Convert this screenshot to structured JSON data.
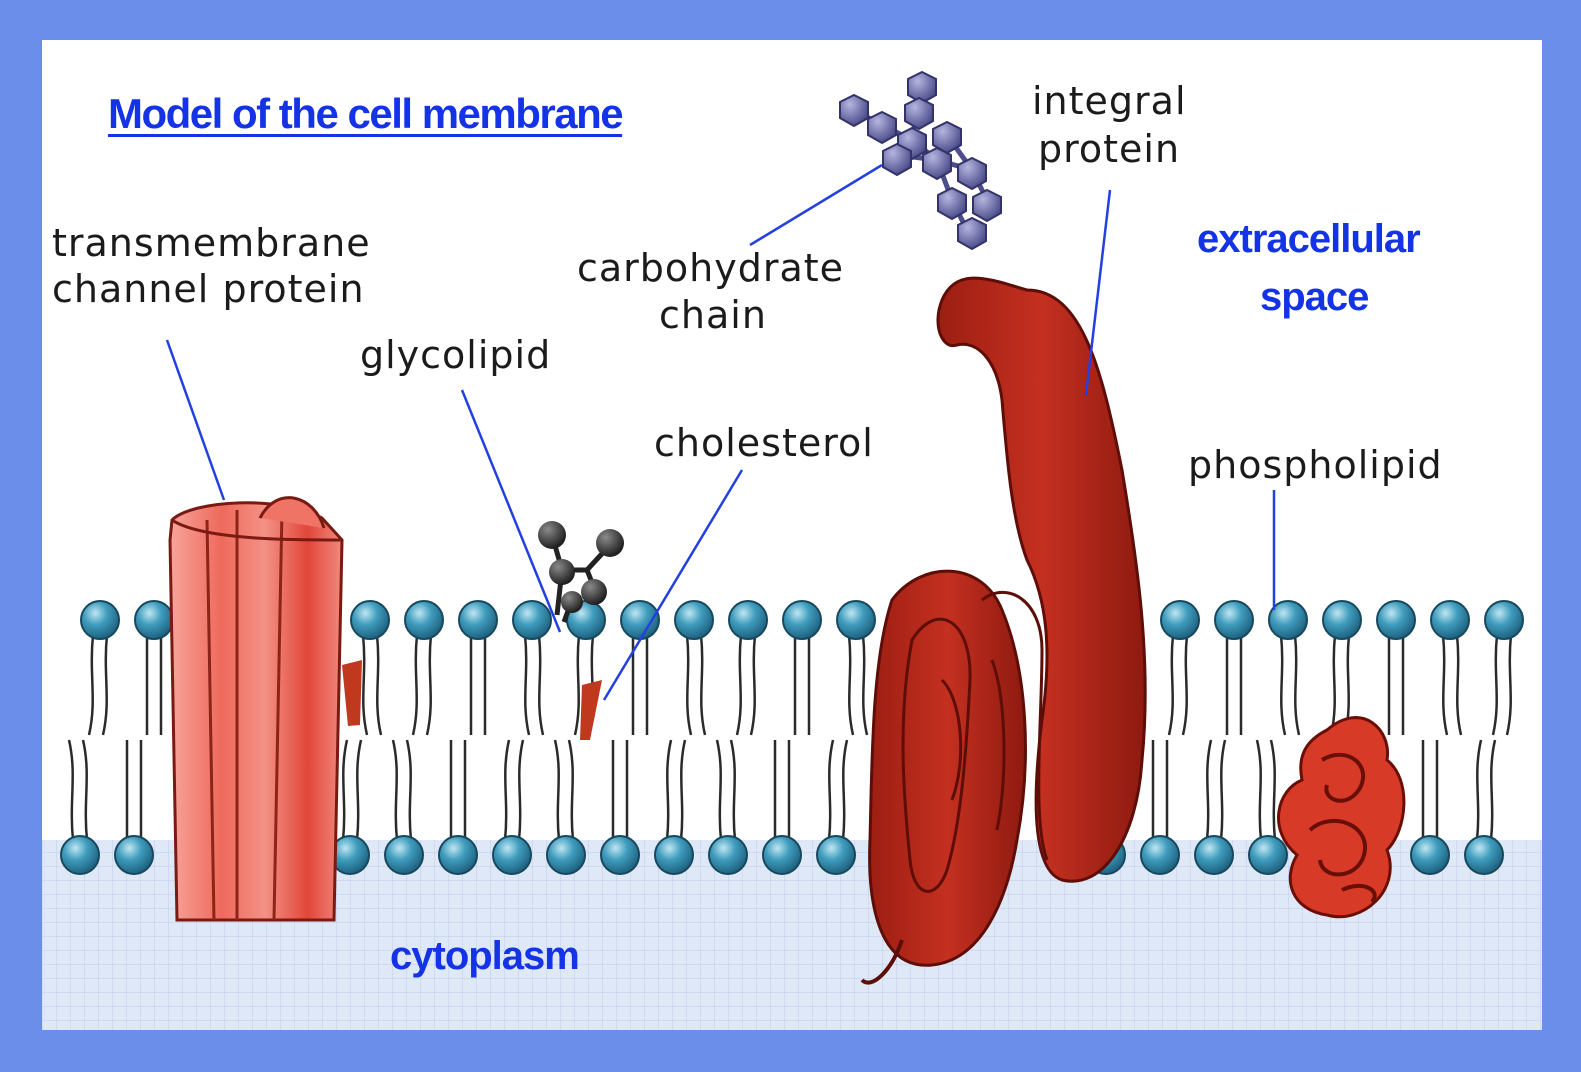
{
  "title": "Model of the cell membrane",
  "labels": {
    "transmembrane_line1": "transmembrane",
    "transmembrane_line2": "channel protein",
    "glycolipid": "glycolipid",
    "carbohydrate_line1": "carbohydrate",
    "carbohydrate_line2": "chain",
    "cholesterol": "cholesterol",
    "integral_line1": "integral",
    "integral_line2": "protein",
    "phospholipid": "phospholipid",
    "extracellular_line1": "extracellular",
    "extracellular_line2": "space",
    "cytoplasm": "cytoplasm"
  },
  "colors": {
    "frame": "#6a8eea",
    "panel": "#ffffff",
    "label_blue": "#1432e6",
    "phospholipid_head": "#3b96b8",
    "channel_protein": "#e8554a",
    "integral_protein": "#b82818",
    "cytoplasm": "#dfe8f6"
  }
}
